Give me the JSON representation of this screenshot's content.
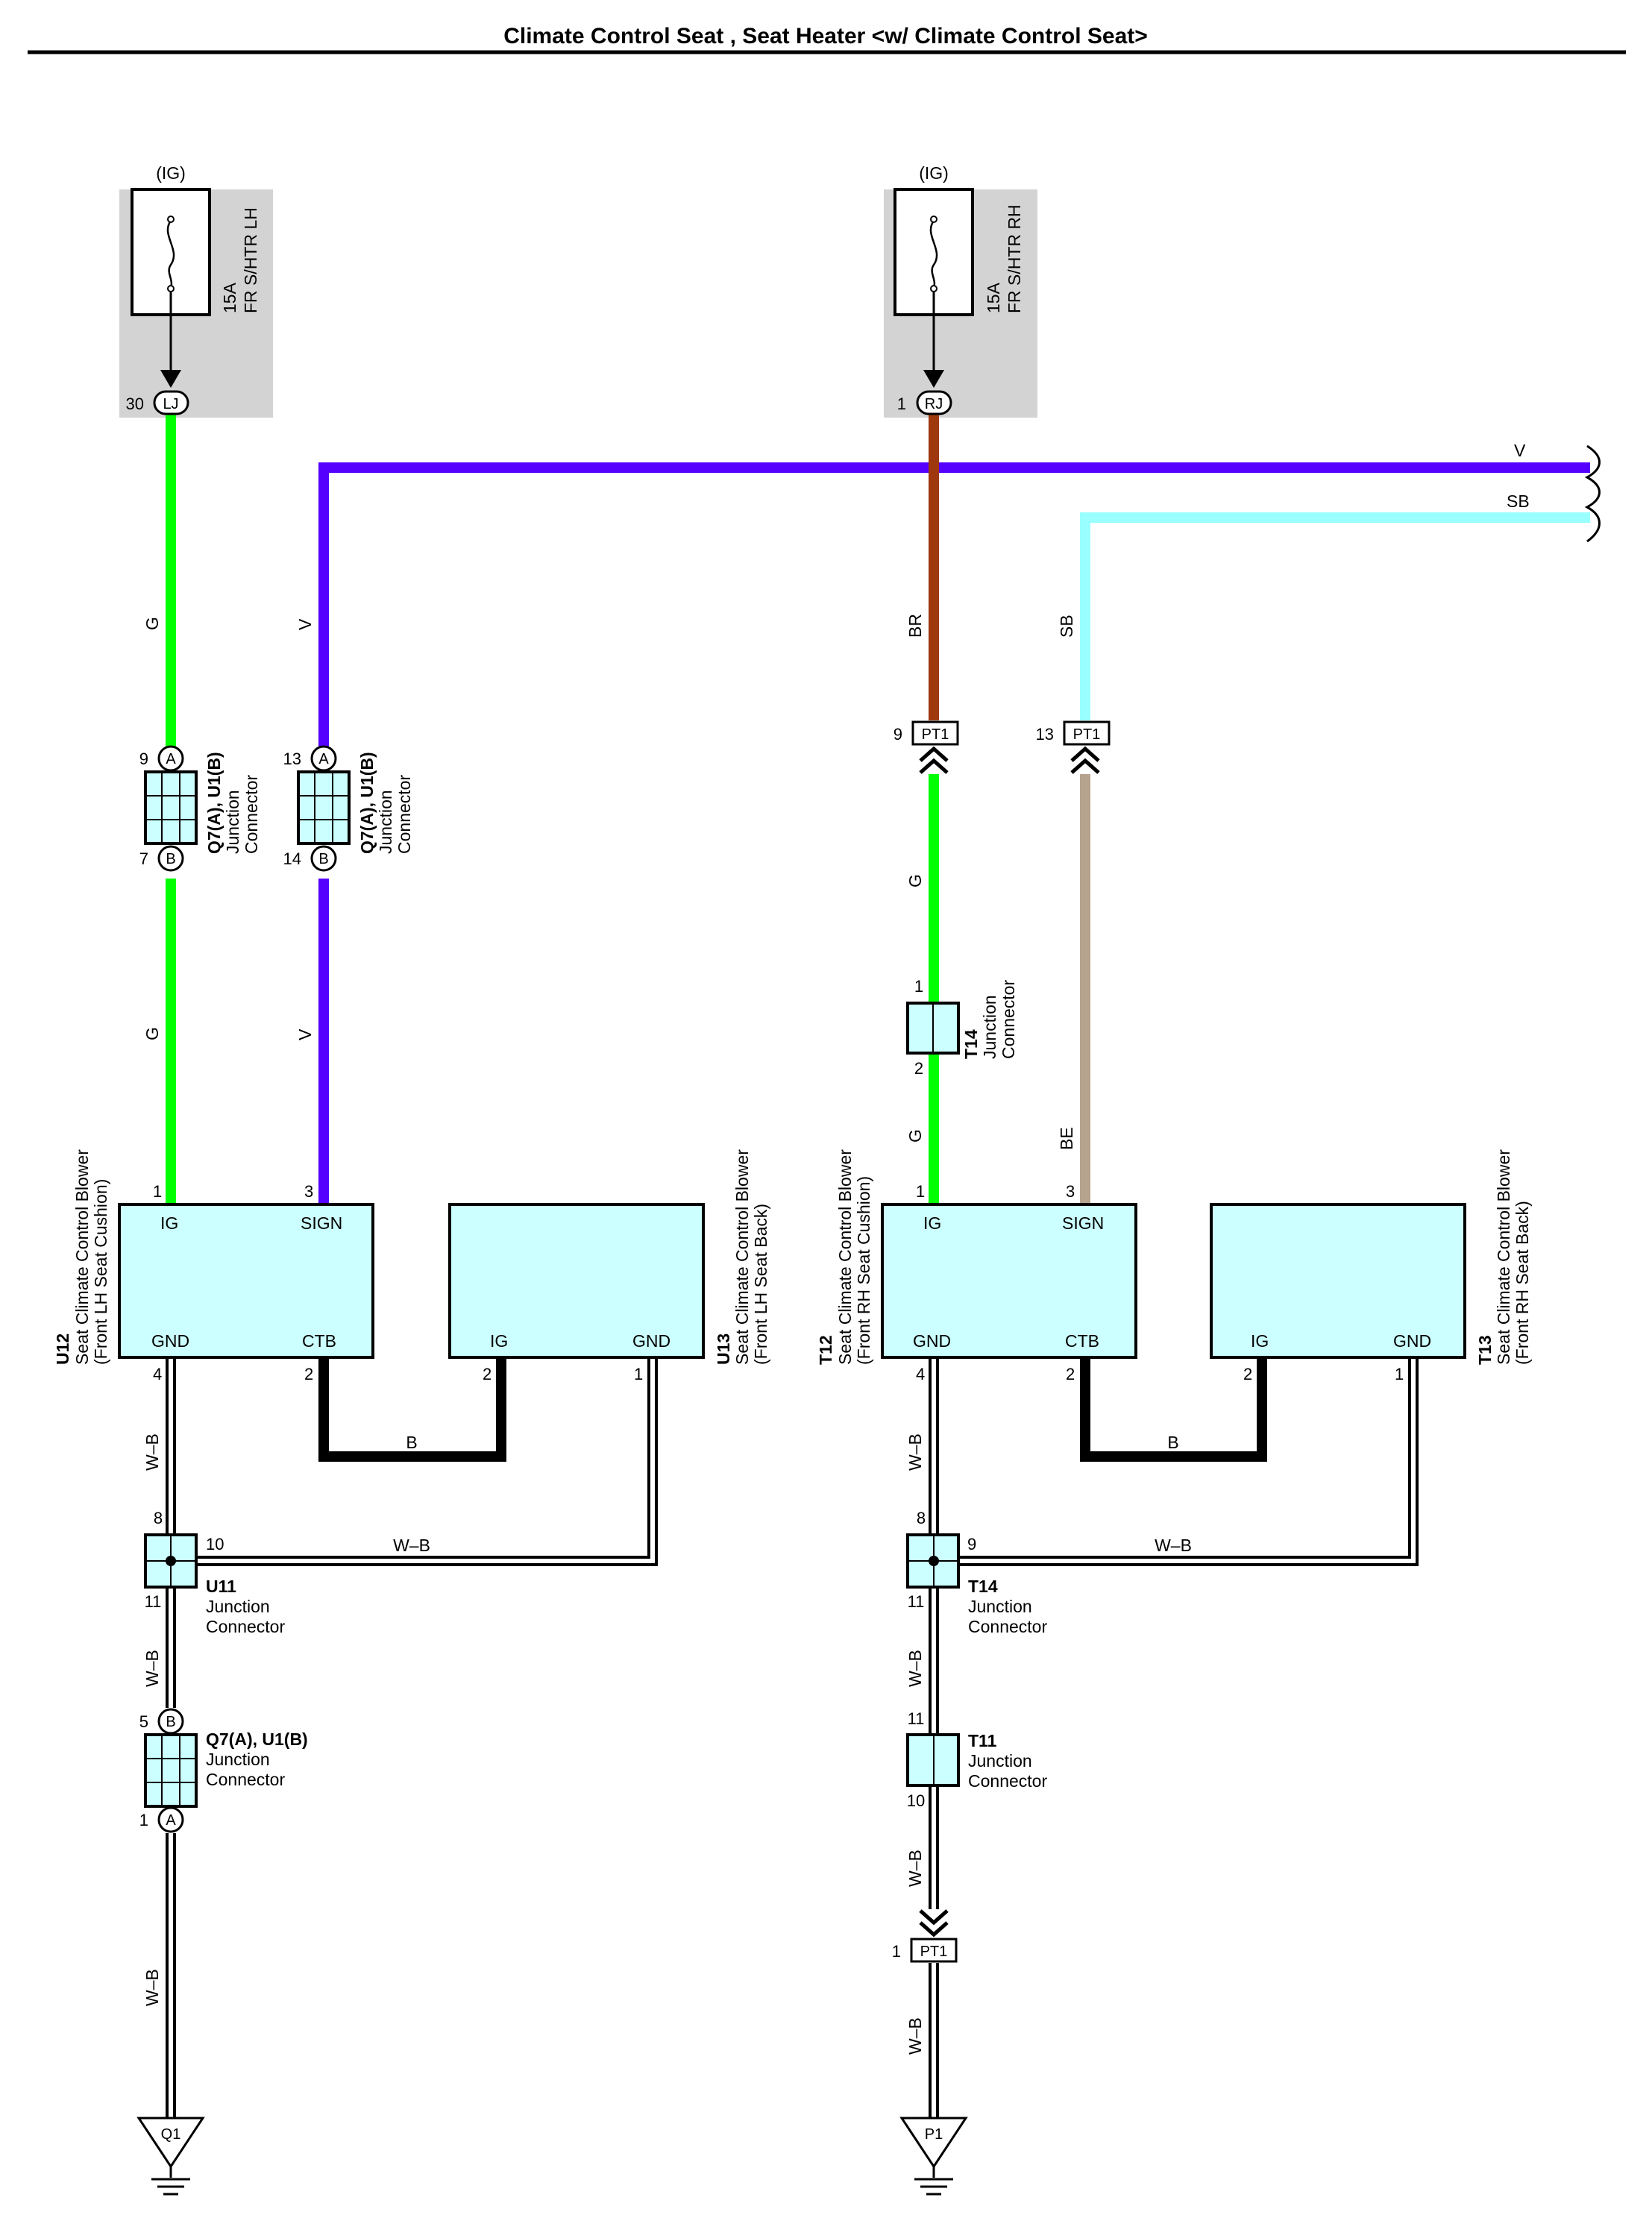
{
  "title": "Climate Control Seat , Seat Heater <w/ Climate Control Seat>",
  "colors": {
    "green": "#00ff00",
    "violet": "#5500ff",
    "brown": "#a0380e",
    "sky_blue": "#99ffff",
    "beige": "#b5a38e",
    "black": "#000000",
    "component_fill": "#ccffff",
    "fuse_box_fill": "#d3d3d3"
  },
  "fuses": {
    "lh": {
      "source": "(IG)",
      "rating": "15A",
      "name": "FR S/HTR LH",
      "pin": "30",
      "connector": "LJ"
    },
    "rh": {
      "source": "(IG)",
      "rating": "15A",
      "name": "FR S/HTR RH",
      "pin": "1",
      "connector": "RJ"
    }
  },
  "wires": {
    "g": "G",
    "v": "V",
    "br": "BR",
    "sb": "SB",
    "be": "BE",
    "b": "B",
    "wb": "W–B"
  },
  "junctions": {
    "q7_top_lh": {
      "name": "Q7(A), U1(B)",
      "desc1": "Junction",
      "desc2": "Connector",
      "pin_top": "9",
      "pin_bot": "7",
      "tag_top": "A",
      "tag_bot": "B"
    },
    "q7_top_v": {
      "name": "Q7(A), U1(B)",
      "desc1": "Junction",
      "desc2": "Connector",
      "pin_top": "13",
      "pin_bot": "14",
      "tag_top": "A",
      "tag_bot": "B"
    },
    "q7_bottom": {
      "name": "Q7(A), U1(B)",
      "desc1": "Junction",
      "desc2": "Connector",
      "pin_top": "5",
      "pin_bot": "1",
      "tag_top": "B",
      "tag_bot": "A"
    },
    "u11": {
      "name": "U11",
      "desc1": "Junction",
      "desc2": "Connector",
      "pin_top": "8",
      "pin_bot": "11",
      "pin_side": "10"
    },
    "t14_upper": {
      "name": "T14",
      "desc1": "Junction",
      "desc2": "Connector",
      "pin_top": "1",
      "pin_bot": "2"
    },
    "t14_lower": {
      "name": "T14",
      "desc1": "Junction",
      "desc2": "Connector",
      "pin_top": "8",
      "pin_bot": "11",
      "pin_side": "9"
    },
    "t11": {
      "name": "T11",
      "desc1": "Junction",
      "desc2": "Connector",
      "pin_top": "11",
      "pin_bot": "10"
    }
  },
  "pt1": {
    "name": "PT1",
    "pin_br": "9",
    "pin_sb": "13",
    "pin_ground": "1"
  },
  "components": {
    "u12": {
      "id": "U12",
      "line1": "Seat Climate Control Blower",
      "line2": "(Front LH Seat Cushion)",
      "ig": "IG",
      "sign": "SIGN",
      "gnd": "GND",
      "ctb": "CTB",
      "pin_ig": "1",
      "pin_sign": "3",
      "pin_gnd": "4",
      "pin_ctb": "2"
    },
    "u13": {
      "id": "U13",
      "line1": "Seat Climate Control Blower",
      "line2": "(Front LH Seat Back)",
      "ig": "IG",
      "gnd": "GND",
      "pin_ig": "2",
      "pin_gnd": "1"
    },
    "t12": {
      "id": "T12",
      "line1": "Seat Climate Control Blower",
      "line2": "(Front RH Seat Cushion)",
      "ig": "IG",
      "sign": "SIGN",
      "gnd": "GND",
      "ctb": "CTB",
      "pin_ig": "1",
      "pin_sign": "3",
      "pin_gnd": "4",
      "pin_ctb": "2"
    },
    "t13": {
      "id": "T13",
      "line1": "Seat Climate Control Blower",
      "line2": "(Front RH Seat Back)",
      "ig": "IG",
      "gnd": "GND",
      "pin_ig": "2",
      "pin_gnd": "1"
    }
  },
  "grounds": {
    "lh": "Q1",
    "rh": "P1"
  }
}
